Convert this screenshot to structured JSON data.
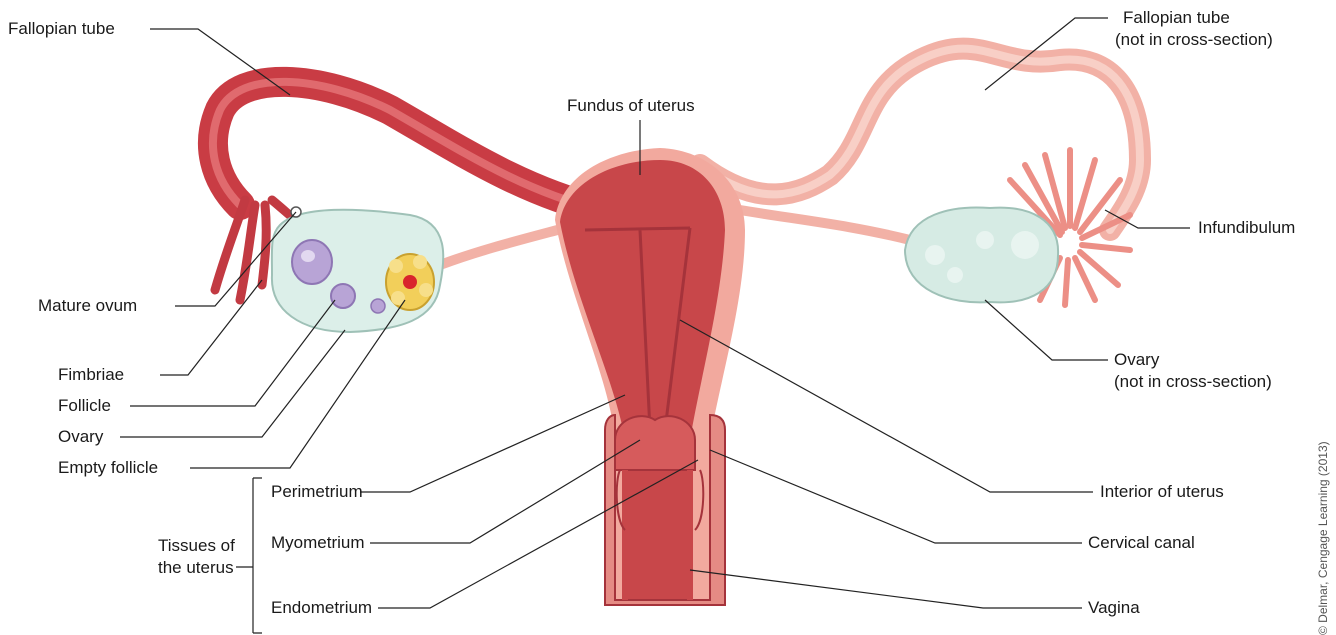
{
  "labels": {
    "fallopian_tube_left": "Fallopian tube",
    "fallopian_tube_right_line1": "Fallopian tube",
    "fallopian_tube_right_line2": "(not in cross-section)",
    "fundus": "Fundus of uterus",
    "infundibulum": "Infundibulum",
    "mature_ovum": "Mature ovum",
    "fimbriae": "Fimbriae",
    "follicle": "Follicle",
    "ovary": "Ovary",
    "empty_follicle": "Empty follicle",
    "ovary_right_line1": "Ovary",
    "ovary_right_line2": "(not in cross-section)",
    "interior_uterus": "Interior of uterus",
    "cervical_canal": "Cervical canal",
    "vagina": "Vagina",
    "tissues_line1": "Tissues of",
    "tissues_line2": "the uterus",
    "perimetrium": "Perimetrium",
    "myometrium": "Myometrium",
    "endometrium": "Endometrium"
  },
  "credit": "© Delmar, Cengage Learning (2013)",
  "colors": {
    "uterus_muscle": "#c8474a",
    "uterus_outer": "#f0a69a",
    "tube_left": "#c93c44",
    "tube_right": "#f4b3a8",
    "ovary_fill": "#d9ece6",
    "follicle": "#b8a4d6",
    "corpus": "#f2cf5a",
    "leader": "#222222"
  }
}
